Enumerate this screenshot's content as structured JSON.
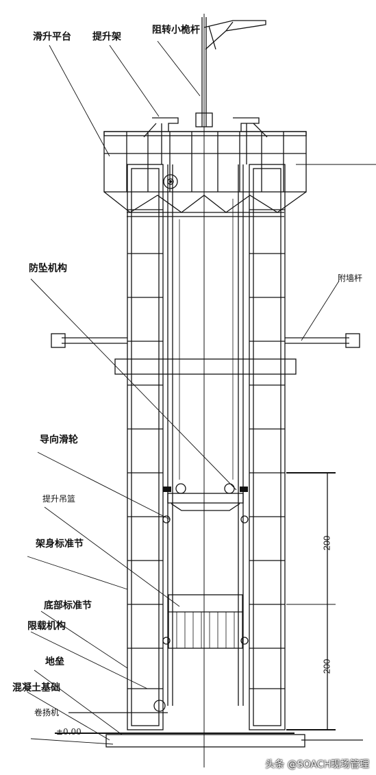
{
  "labels": {
    "platform": "滑升平台",
    "lift_frame": "提升架",
    "anti_rotation_rod": "阻转小桅杆",
    "fall_arrest": "防坠机构",
    "wall_tie": "附墙杆",
    "guide_pulley": "导向滑轮",
    "cage": "提升吊篮",
    "mast_section": "架身标准节",
    "base_section": "底部标准节",
    "load_limiter": "限载机构",
    "ground_beam": "地垒",
    "concrete_base": "混凝土基础",
    "winch": "卷扬机",
    "elevation": "±0.00"
  },
  "dimensions": {
    "upper": "200",
    "lower": "200"
  },
  "watermark": "头条 @SOACH现场管理"
}
